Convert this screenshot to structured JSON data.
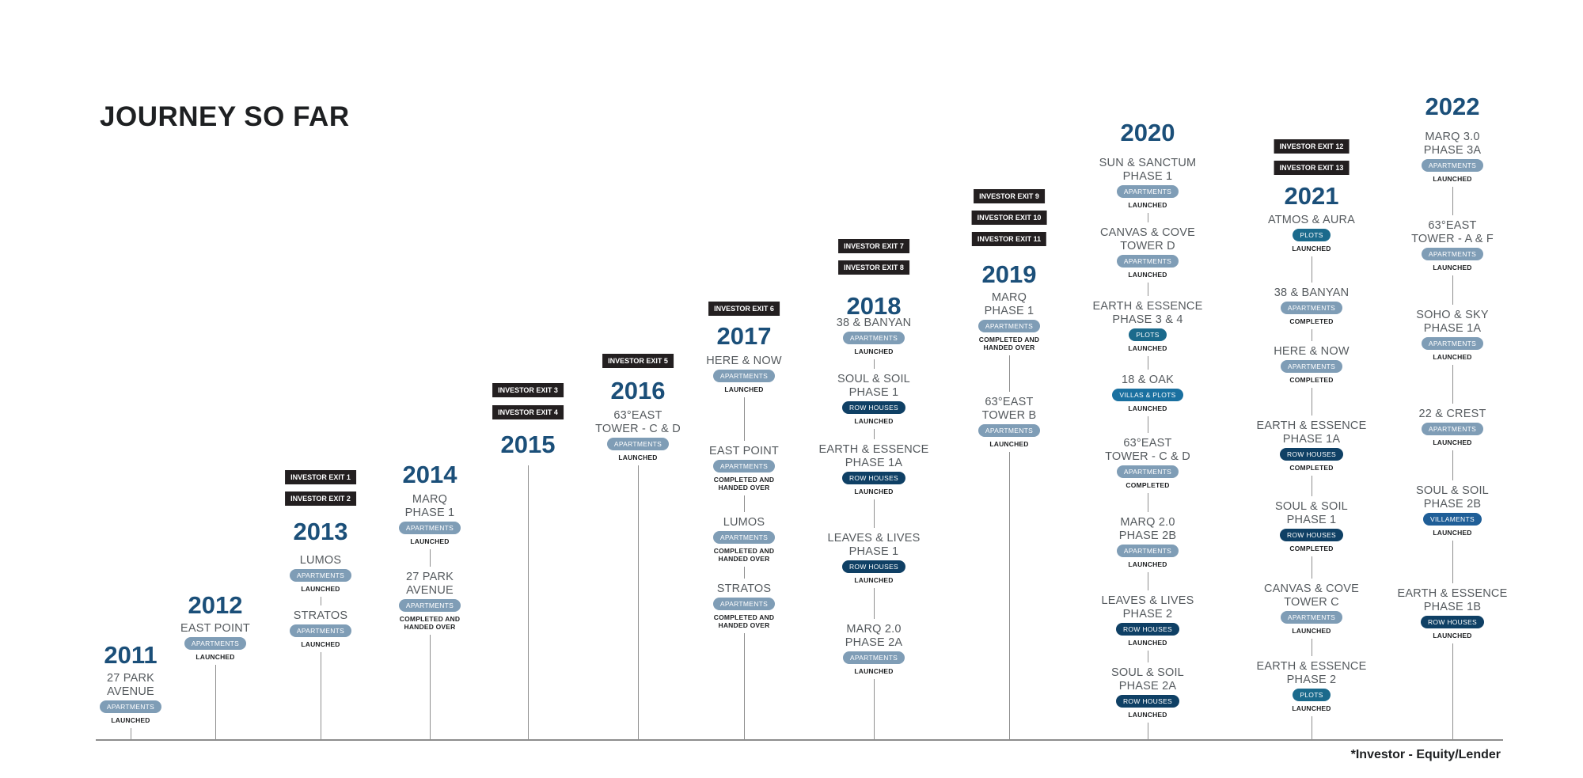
{
  "title": "JOURNEY SO FAR",
  "footnote": "*Investor - Equity/Lender",
  "colors": {
    "year": "#1b4f79",
    "APARTMENTS": "#7f9db6",
    "PLOTS": "#1b6a8c",
    "ROW HOUSES": "#0f4065",
    "VILLAS & PLOTS": "#1a70a0",
    "VILLAMENTS": "#1f5e97",
    "exit_badge": "#231f20"
  },
  "timeline": [
    {
      "year": "2011",
      "exits": [],
      "projects": [
        {
          "name": "27 PARK\nAVENUE",
          "type": "APARTMENTS",
          "status": "LAUNCHED"
        }
      ]
    },
    {
      "year": "2012",
      "exits": [],
      "projects": [
        {
          "name": "EAST POINT",
          "type": "APARTMENTS",
          "status": "LAUNCHED"
        }
      ]
    },
    {
      "year": "2013",
      "exits": [
        "INVESTOR EXIT 1",
        "INVESTOR EXIT 2"
      ],
      "projects": [
        {
          "name": "LUMOS",
          "type": "APARTMENTS",
          "status": "LAUNCHED"
        },
        {
          "name": "STRATOS",
          "type": "APARTMENTS",
          "status": "LAUNCHED"
        }
      ]
    },
    {
      "year": "2014",
      "exits": [],
      "projects": [
        {
          "name": "MARQ\nPHASE 1",
          "type": "APARTMENTS",
          "status": "LAUNCHED"
        },
        {
          "name": "27 PARK\nAVENUE",
          "type": "APARTMENTS",
          "status": "COMPLETED AND\nHANDED OVER"
        }
      ]
    },
    {
      "year": "2015",
      "exits": [
        "INVESTOR EXIT 3",
        "INVESTOR EXIT 4"
      ],
      "projects": []
    },
    {
      "year": "2016",
      "exits": [
        "INVESTOR EXIT 5"
      ],
      "projects": [
        {
          "name": "63°EAST\nTOWER - C & D",
          "type": "APARTMENTS",
          "status": "LAUNCHED"
        }
      ]
    },
    {
      "year": "2017",
      "exits": [
        "INVESTOR EXIT 6"
      ],
      "projects": [
        {
          "name": "HERE & NOW",
          "type": "APARTMENTS",
          "status": "LAUNCHED"
        },
        {
          "name": "EAST POINT",
          "type": "APARTMENTS",
          "status": "COMPLETED AND\nHANDED OVER"
        },
        {
          "name": "LUMOS",
          "type": "APARTMENTS",
          "status": "COMPLETED AND\nHANDED OVER"
        },
        {
          "name": "STRATOS",
          "type": "APARTMENTS",
          "status": "COMPLETED AND\nHANDED OVER"
        }
      ]
    },
    {
      "year": "2018",
      "exits": [
        "INVESTOR EXIT 7",
        "INVESTOR EXIT 8"
      ],
      "projects": [
        {
          "name": "38 & BANYAN",
          "type": "APARTMENTS",
          "status": "LAUNCHED"
        },
        {
          "name": "SOUL & SOIL\nPHASE 1",
          "type": "ROW HOUSES",
          "status": "LAUNCHED"
        },
        {
          "name": "EARTH & ESSENCE\nPHASE 1A",
          "type": "ROW HOUSES",
          "status": "LAUNCHED"
        },
        {
          "name": "LEAVES & LIVES\nPHASE 1",
          "type": "ROW HOUSES",
          "status": "LAUNCHED"
        },
        {
          "name": "MARQ 2.0\nPHASE 2A",
          "type": "APARTMENTS",
          "status": "LAUNCHED"
        }
      ]
    },
    {
      "year": "2019",
      "exits": [
        "INVESTOR EXIT 9",
        "INVESTOR EXIT 10",
        "INVESTOR EXIT 11"
      ],
      "projects": [
        {
          "name": "MARQ\nPHASE 1",
          "type": "APARTMENTS",
          "status": "COMPLETED AND\nHANDED OVER"
        },
        {
          "name": "63°EAST\nTOWER B",
          "type": "APARTMENTS",
          "status": "LAUNCHED"
        }
      ]
    },
    {
      "year": "2020",
      "exits": [],
      "projects": [
        {
          "name": "SUN & SANCTUM\nPHASE 1",
          "type": "APARTMENTS",
          "status": "LAUNCHED"
        },
        {
          "name": "CANVAS & COVE\nTOWER D",
          "type": "APARTMENTS",
          "status": "LAUNCHED"
        },
        {
          "name": "EARTH & ESSENCE\nPHASE 3 & 4",
          "type": "PLOTS",
          "status": "LAUNCHED"
        },
        {
          "name": "18 & OAK",
          "type": "VILLAS & PLOTS",
          "status": "LAUNCHED"
        },
        {
          "name": "63°EAST\nTOWER - C & D",
          "type": "APARTMENTS",
          "status": "COMPLETED"
        },
        {
          "name": "MARQ 2.0\nPHASE 2B",
          "type": "APARTMENTS",
          "status": "LAUNCHED"
        },
        {
          "name": "LEAVES & LIVES\nPHASE 2",
          "type": "ROW HOUSES",
          "status": "LAUNCHED"
        },
        {
          "name": "SOUL & SOIL\nPHASE 2A",
          "type": "ROW HOUSES",
          "status": "LAUNCHED"
        }
      ]
    },
    {
      "year": "2021",
      "exits": [
        "INVESTOR EXIT 12",
        "INVESTOR EXIT 13"
      ],
      "projects": [
        {
          "name": "ATMOS & AURA",
          "type": "PLOTS",
          "status": "LAUNCHED"
        },
        {
          "name": "38 & BANYAN",
          "type": "APARTMENTS",
          "status": "COMPLETED"
        },
        {
          "name": "HERE & NOW",
          "type": "APARTMENTS",
          "status": "COMPLETED"
        },
        {
          "name": "EARTH & ESSENCE\nPHASE 1A",
          "type": "ROW HOUSES",
          "status": "COMPLETED"
        },
        {
          "name": "SOUL & SOIL\nPHASE 1",
          "type": "ROW HOUSES",
          "status": "COMPLETED"
        },
        {
          "name": "CANVAS & COVE\nTOWER C",
          "type": "APARTMENTS",
          "status": "LAUNCHED"
        },
        {
          "name": "EARTH & ESSENCE\nPHASE 2",
          "type": "PLOTS",
          "status": "LAUNCHED"
        }
      ]
    },
    {
      "year": "2022",
      "exits": [],
      "projects": [
        {
          "name": "MARQ 3.0\nPHASE 3A",
          "type": "APARTMENTS",
          "status": "LAUNCHED"
        },
        {
          "name": "63°EAST\nTOWER - A & F",
          "type": "APARTMENTS",
          "status": "LAUNCHED"
        },
        {
          "name": "SOHO & SKY\nPHASE 1A",
          "type": "APARTMENTS",
          "status": "LAUNCHED"
        },
        {
          "name": "22 & CREST",
          "type": "APARTMENTS",
          "status": "LAUNCHED"
        },
        {
          "name": "SOUL & SOIL\nPHASE 2B",
          "type": "VILLAMENTS",
          "status": "LAUNCHED"
        },
        {
          "name": "EARTH & ESSENCE\nPHASE 1B",
          "type": "ROW HOUSES",
          "status": "LAUNCHED"
        }
      ]
    }
  ]
}
